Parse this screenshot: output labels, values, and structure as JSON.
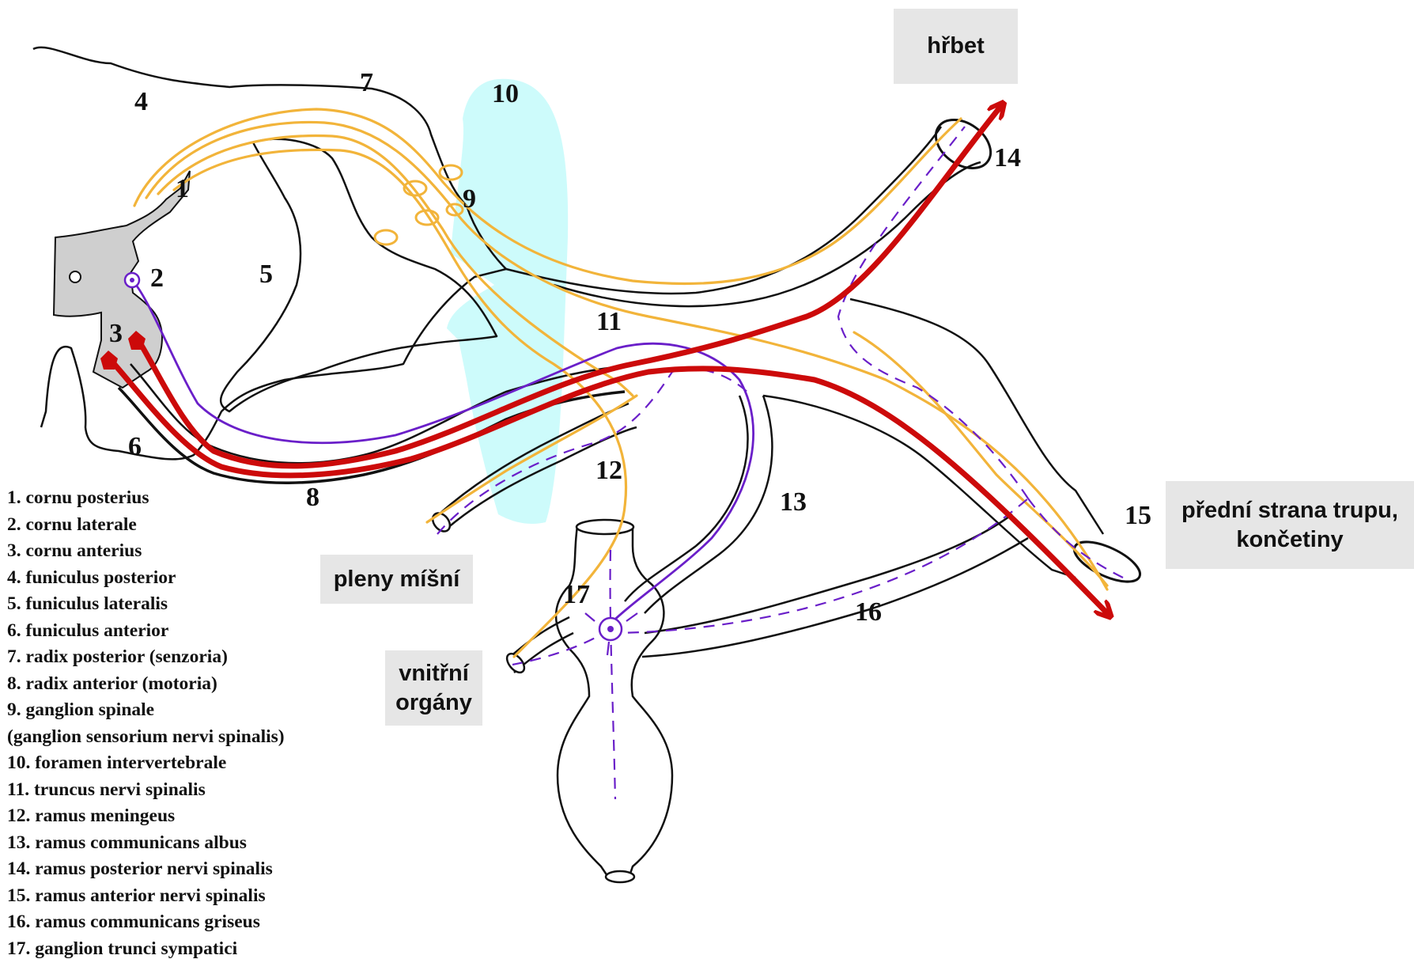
{
  "numbers": {
    "n1": "1",
    "n2": "2",
    "n3": "3",
    "n4": "4",
    "n5": "5",
    "n6": "6",
    "n7": "7",
    "n8": "8",
    "n9": "9",
    "n10": "10",
    "n11": "11",
    "n12": "12",
    "n13": "13",
    "n14": "14",
    "n15": "15",
    "n16": "16",
    "n17": "17"
  },
  "regions": {
    "back": "hřbet",
    "front_line1": "přední strana trupu,",
    "front_line2": "končetiny",
    "meninges": "pleny míšní",
    "organs_line1": "vnitřní",
    "organs_line2": "orgány"
  },
  "legend": [
    "1. cornu posterius",
    "2. cornu laterale",
    "3. cornu anterius",
    "4. funiculus posterior",
    "5. funiculus lateralis",
    "6. funiculus anterior",
    "7. radix posterior (senzoria)",
    "8. radix anterior (motoria)",
    "9. ganglion spinale",
    "(ganglion sensorium nervi spinalis)",
    "10. foramen intervertebrale",
    "11. truncus nervi spinalis",
    "12. ramus meningeus",
    "13. ramus communicans albus",
    "14. ramus posterior nervi spinalis",
    "15. ramus anterior nervi spinalis",
    "16. ramus communicans griseus",
    "17. ganglion trunci sympatici"
  ],
  "colors": {
    "sensory": "#f2b43a",
    "somatic_motor": "#cc0a0a",
    "visceral": "#6a1fc9",
    "foramen": "#cdfbfb",
    "grey_matter": "#cfcfcf",
    "label_box": "#e6e6e6"
  },
  "icons": [
    "motor-neuron-icon",
    "lateral-horn-neuron-icon",
    "sympathetic-neuron-icon",
    "pseudounipolar-neuron-icon",
    "arrow-icon"
  ]
}
